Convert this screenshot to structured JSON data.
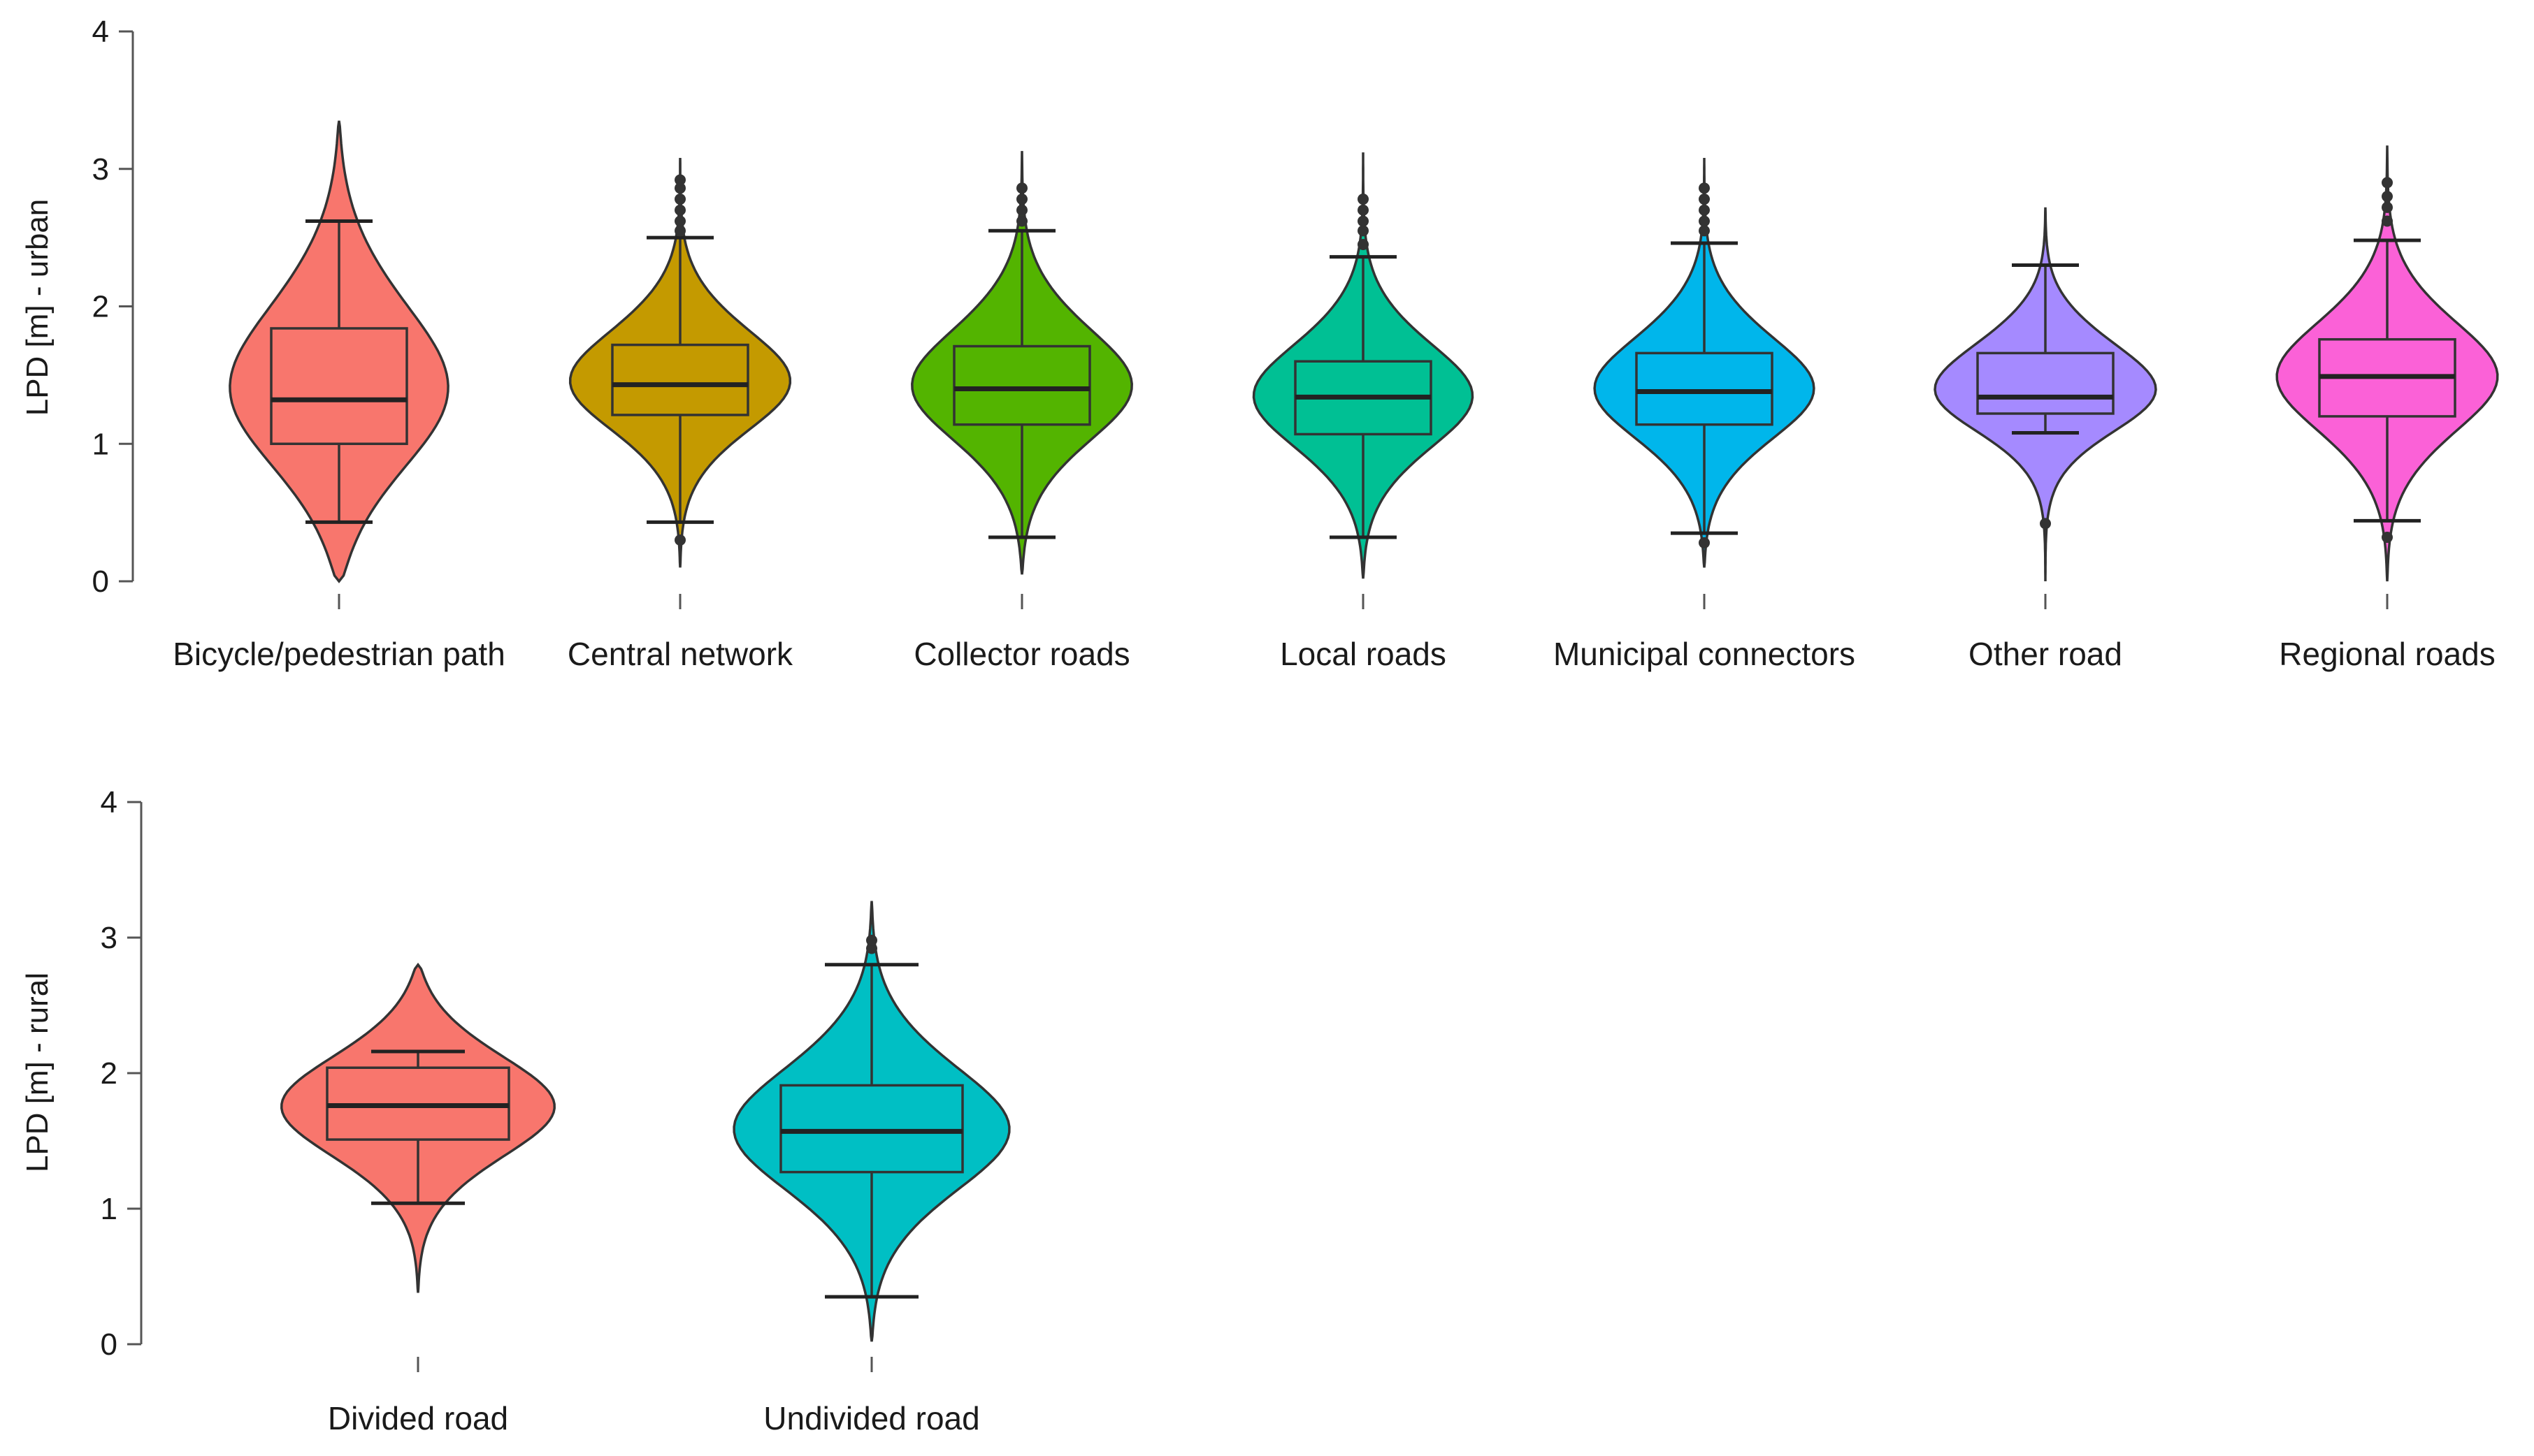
{
  "chart_data": [
    {
      "type": "violin",
      "title": "",
      "xlabel": "",
      "ylabel": "LPD [m] - urban",
      "ylim": [
        0,
        4
      ],
      "yticks": [
        0,
        1,
        2,
        3,
        4
      ],
      "grid": false,
      "categories": [
        "Bicycle/pedestrian path",
        "Central network",
        "Collector roads",
        "Local roads",
        "Municipal connectors",
        "Other road",
        "Regional roads"
      ],
      "series": [
        {
          "category": "Bicycle/pedestrian path",
          "color": "#F8766D",
          "min": 0.0,
          "max": 3.35,
          "whisker_low": 0.43,
          "q1": 1.0,
          "median": 1.32,
          "q3": 1.84,
          "whisker_high": 2.62,
          "outliers": []
        },
        {
          "category": "Central network",
          "color": "#C49A00",
          "min": 0.1,
          "max": 3.08,
          "whisker_low": 0.43,
          "q1": 1.21,
          "median": 1.43,
          "q3": 1.72,
          "whisker_high": 2.5,
          "outliers": [
            0.3,
            2.55,
            2.62,
            2.7,
            2.78,
            2.86,
            2.92
          ]
        },
        {
          "category": "Collector roads",
          "color": "#53B400",
          "min": 0.05,
          "max": 3.13,
          "whisker_low": 0.32,
          "q1": 1.14,
          "median": 1.4,
          "q3": 1.71,
          "whisker_high": 2.55,
          "outliers": [
            2.62,
            2.7,
            2.78,
            2.86
          ]
        },
        {
          "category": "Local roads",
          "color": "#00C094",
          "min": 0.02,
          "max": 3.12,
          "whisker_low": 0.32,
          "q1": 1.07,
          "median": 1.34,
          "q3": 1.6,
          "whisker_high": 2.36,
          "outliers": [
            2.45,
            2.55,
            2.62,
            2.7,
            2.78
          ]
        },
        {
          "category": "Municipal connectors",
          "color": "#00B6EB",
          "min": 0.1,
          "max": 3.08,
          "whisker_low": 0.35,
          "q1": 1.14,
          "median": 1.38,
          "q3": 1.66,
          "whisker_high": 2.46,
          "outliers": [
            0.28,
            2.55,
            2.62,
            2.7,
            2.78,
            2.86
          ]
        },
        {
          "category": "Other road",
          "color": "#A58AFF",
          "min": 0.0,
          "max": 2.72,
          "whisker_low": 1.08,
          "q1": 1.22,
          "median": 1.34,
          "q3": 1.66,
          "whisker_high": 2.3,
          "outliers": [
            0.42
          ]
        },
        {
          "category": "Regional roads",
          "color": "#FB61D7",
          "min": 0.0,
          "max": 3.17,
          "whisker_low": 0.44,
          "q1": 1.2,
          "median": 1.49,
          "q3": 1.76,
          "whisker_high": 2.48,
          "outliers": [
            0.32,
            2.62,
            2.72,
            2.8,
            2.9
          ]
        }
      ]
    },
    {
      "type": "violin",
      "title": "",
      "xlabel": "",
      "ylabel": "LPD [m] - rural",
      "ylim": [
        0,
        4
      ],
      "yticks": [
        0,
        1,
        2,
        3,
        4
      ],
      "grid": false,
      "categories": [
        "Divided road",
        "Undivided road"
      ],
      "series": [
        {
          "category": "Divided road",
          "color": "#F8766D",
          "min": 0.38,
          "max": 2.8,
          "whisker_low": 1.04,
          "q1": 1.51,
          "median": 1.76,
          "q3": 2.04,
          "whisker_high": 2.16,
          "outliers": []
        },
        {
          "category": "Undivided road",
          "color": "#00BFC4",
          "min": 0.02,
          "max": 3.27,
          "whisker_low": 0.35,
          "q1": 1.27,
          "median": 1.57,
          "q3": 1.91,
          "whisker_high": 2.8,
          "outliers": [
            2.92,
            2.98
          ]
        }
      ]
    }
  ]
}
